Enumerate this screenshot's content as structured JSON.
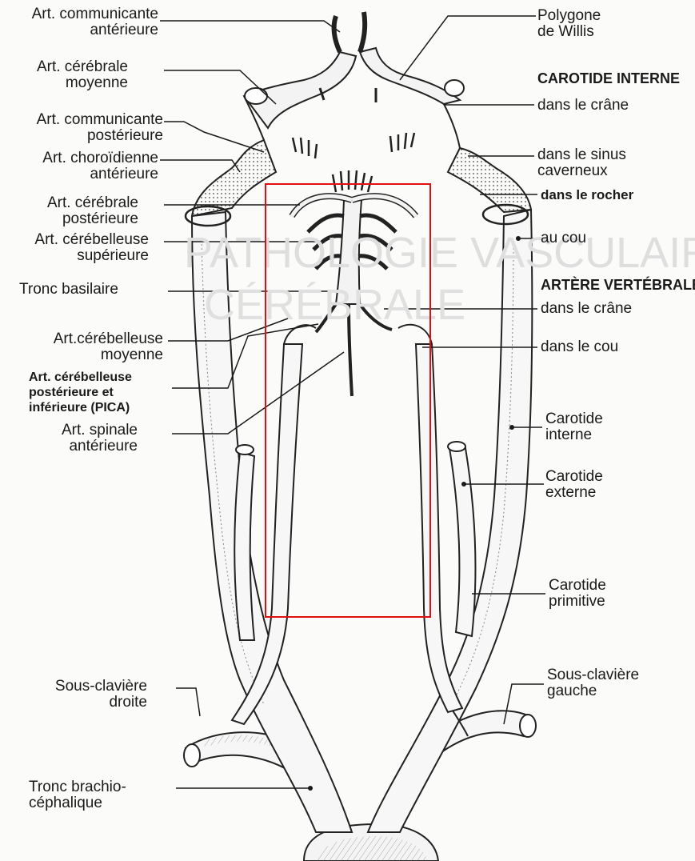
{
  "labels_left": {
    "communicante_anterieure": [
      "Art. communicante",
      "antérieure"
    ],
    "cerebrale_moyenne": [
      "Art. cérébrale",
      "moyenne"
    ],
    "communicante_posterieure": [
      "Art. communicante",
      "postérieure"
    ],
    "choroidienne_anterieure": [
      "Art. choroïdienne",
      "antérieure"
    ],
    "cerebrale_posterieure": [
      "Art. cérébrale",
      "postérieure"
    ],
    "cerebelleuse_superieure": [
      "Art. cérébelleuse",
      "supérieure"
    ],
    "tronc_basilaire": "Tronc basilaire",
    "cerebelleuse_moyenne": [
      "Art.cérébelleuse",
      "moyenne"
    ],
    "pica": [
      "Art. cérébelleuse",
      "postérieure et",
      "inférieure (PICA)"
    ],
    "spinale_anterieure": [
      "Art. spinale",
      "antérieure"
    ],
    "sous_claviere_droite": [
      "Sous-clavière",
      "droite"
    ],
    "tronc_brachio": [
      "Tronc brachio-",
      "céphalique"
    ]
  },
  "labels_right": {
    "polygone_willis": [
      "Polygone",
      "de Willis"
    ],
    "carotide_interne_heading": "CAROTIDE INTERNE",
    "dans_le_crane_1": "dans le crâne",
    "dans_le_sinus": [
      "dans le sinus",
      "caverneux"
    ],
    "dans_le_rocher": "dans le rocher",
    "au_cou": "au cou",
    "artere_vertebrale_heading": "ARTÈRE VERTÉBRALE",
    "dans_le_crane_2": "dans le crâne",
    "dans_le_cou": "dans le cou",
    "carotide_interne": [
      "Carotide",
      "interne"
    ],
    "carotide_externe": [
      "Carotide",
      "externe"
    ],
    "carotide_primitive": [
      "Carotide",
      "primitive"
    ],
    "sous_claviere_gauche": [
      "Sous-clavière",
      "gauche"
    ]
  },
  "colors": {
    "highlight": "#e01010",
    "ink": "#1a1a1a",
    "ghost": "#cfcfcf"
  }
}
